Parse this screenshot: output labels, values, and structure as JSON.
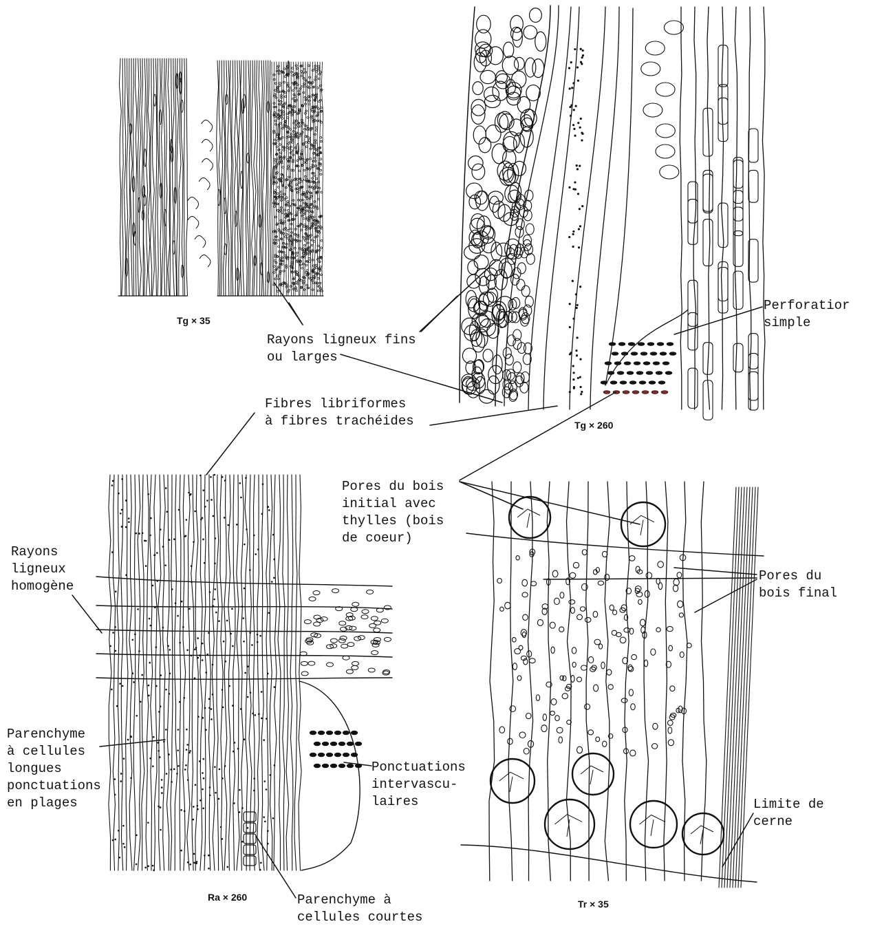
{
  "captions": {
    "tg35": "Tg × 35",
    "tg260": "Tg × 260",
    "ra260": "Ra × 260",
    "tr35": "Tr × 35"
  },
  "labels": {
    "perforation": "Perforatior\nsimple",
    "rayons_fins": "Rayons ligneux fins\nou larges",
    "fibres": "Fibres libriformes\nà fibres trachéides",
    "pores_initial": "Pores du bois\ninitial avec\nthylles (bois\nde coeur)",
    "pores_final": "Pores du\nbois final",
    "rayons_homogene": "Rayons\nligneux\nhomogène",
    "parenchyme_longues": "Parenchyme\nà cellules\nlongues\nponctuations\nen plages",
    "ponctuations": "Ponctuations\nintervascu-\nlaires",
    "limite_cerne": "Limite de\ncerne",
    "parenchyme_courtes": "Parenchyme à\ncellules courtes"
  },
  "colors": {
    "ink": "#111111",
    "background": "#ffffff",
    "pit_red": "#7a2a2a"
  }
}
